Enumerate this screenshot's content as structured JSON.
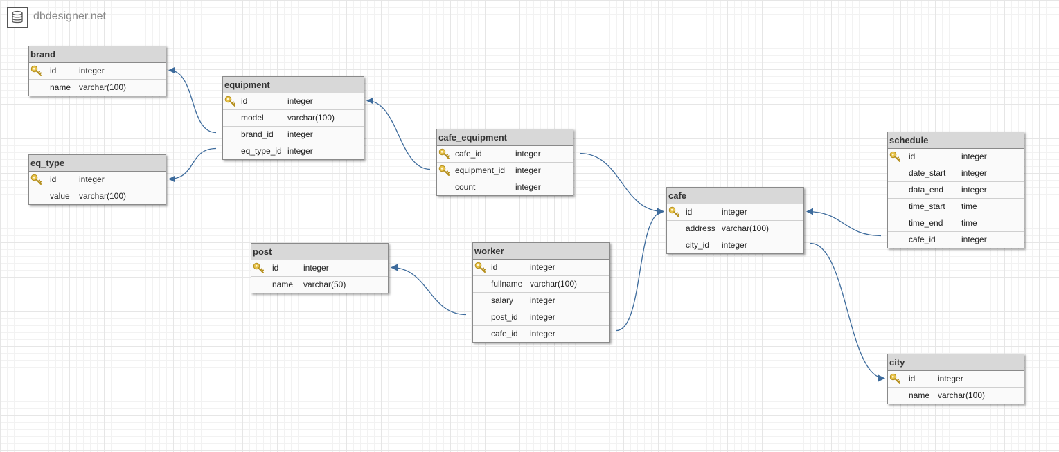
{
  "logo": {
    "text": "dbdesigner.net",
    "icon": "database-icon"
  },
  "colors": {
    "link": "#3d6b9c",
    "key": "#e0b93a",
    "header": "#d8d8d8"
  },
  "tables": [
    {
      "name": "brand",
      "fields": [
        {
          "name": "id",
          "type": "integer",
          "pk": true
        },
        {
          "name": "name",
          "type": "varchar(100)",
          "pk": false
        }
      ]
    },
    {
      "name": "equipment",
      "fields": [
        {
          "name": "id",
          "type": "integer",
          "pk": true
        },
        {
          "name": "model",
          "type": "varchar(100)",
          "pk": false
        },
        {
          "name": "brand_id",
          "type": "integer",
          "pk": false
        },
        {
          "name": "eq_type_id",
          "type": "integer",
          "pk": false
        }
      ]
    },
    {
      "name": "eq_type",
      "fields": [
        {
          "name": "id",
          "type": "integer",
          "pk": true
        },
        {
          "name": "value",
          "type": "varchar(100)",
          "pk": false
        }
      ]
    },
    {
      "name": "cafe_equipment",
      "fields": [
        {
          "name": "cafe_id",
          "type": "integer",
          "pk": true
        },
        {
          "name": "equipment_id",
          "type": "integer",
          "pk": true
        },
        {
          "name": "count",
          "type": "integer",
          "pk": false
        }
      ]
    },
    {
      "name": "schedule",
      "fields": [
        {
          "name": "id",
          "type": "integer",
          "pk": true
        },
        {
          "name": "date_start",
          "type": "integer",
          "pk": false
        },
        {
          "name": "data_end",
          "type": "integer",
          "pk": false
        },
        {
          "name": "time_start",
          "type": "time",
          "pk": false
        },
        {
          "name": "time_end",
          "type": "time",
          "pk": false
        },
        {
          "name": "cafe_id",
          "type": "integer",
          "pk": false
        }
      ]
    },
    {
      "name": "cafe",
      "fields": [
        {
          "name": "id",
          "type": "integer",
          "pk": true
        },
        {
          "name": "address",
          "type": "varchar(100)",
          "pk": false
        },
        {
          "name": "city_id",
          "type": "integer",
          "pk": false
        }
      ]
    },
    {
      "name": "post",
      "fields": [
        {
          "name": "id",
          "type": "integer",
          "pk": true
        },
        {
          "name": "name",
          "type": "varchar(50)",
          "pk": false
        }
      ]
    },
    {
      "name": "worker",
      "fields": [
        {
          "name": "id",
          "type": "integer",
          "pk": true
        },
        {
          "name": "fullname",
          "type": "varchar(100)",
          "pk": false
        },
        {
          "name": "salary",
          "type": "integer",
          "pk": false
        },
        {
          "name": "post_id",
          "type": "integer",
          "pk": false
        },
        {
          "name": "cafe_id",
          "type": "integer",
          "pk": false
        }
      ]
    },
    {
      "name": "city",
      "fields": [
        {
          "name": "id",
          "type": "integer",
          "pk": true
        },
        {
          "name": "name",
          "type": "varchar(100)",
          "pk": false
        }
      ]
    }
  ],
  "relations": [
    {
      "from": "equipment.brand_id",
      "to": "brand.id"
    },
    {
      "from": "equipment.eq_type_id",
      "to": "eq_type.id"
    },
    {
      "from": "cafe_equipment.equipment_id",
      "to": "equipment.id"
    },
    {
      "from": "cafe_equipment.cafe_id",
      "to": "cafe.id"
    },
    {
      "from": "worker.cafe_id",
      "to": "cafe.id"
    },
    {
      "from": "worker.post_id",
      "to": "post.id"
    },
    {
      "from": "schedule.cafe_id",
      "to": "cafe.id"
    },
    {
      "from": "cafe.city_id",
      "to": "city.id"
    }
  ]
}
